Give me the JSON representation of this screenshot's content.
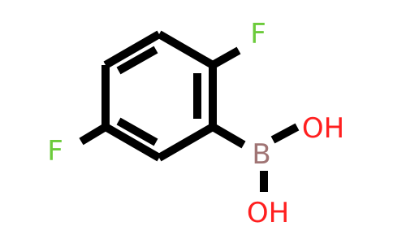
{
  "molecule": {
    "atoms": {
      "f1": {
        "symbol": "F",
        "color": "#6ccb3b"
      },
      "f2": {
        "symbol": "F",
        "color": "#6ccb3b"
      },
      "boron": {
        "symbol": "B",
        "color": "#a07474"
      },
      "oh1": {
        "symbol": "OH",
        "color": "#ff1f1f"
      },
      "oh2": {
        "symbol": "OH",
        "color": "#ff1f1f"
      }
    },
    "bond_color": "#000000"
  }
}
